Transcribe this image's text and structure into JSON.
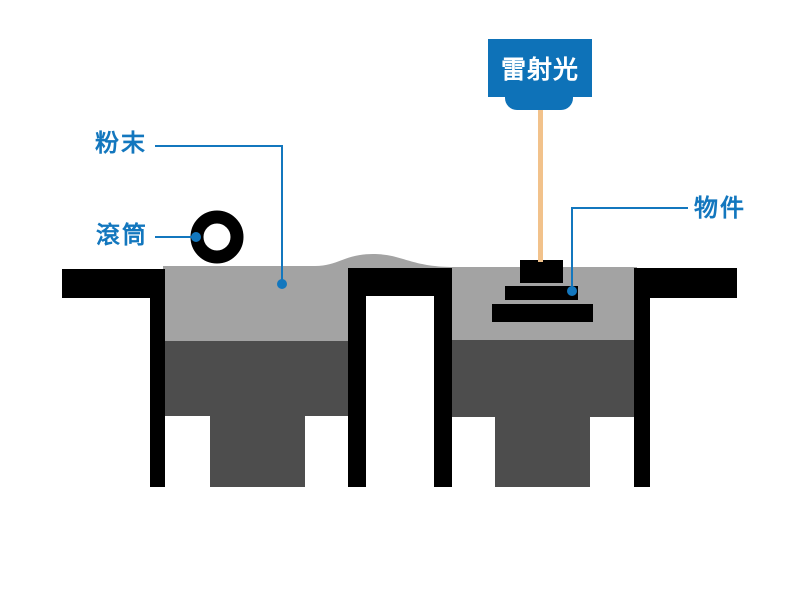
{
  "diagram": {
    "labels": {
      "laser_head": "雷射光",
      "powder": "粉末",
      "roller": "滾筒",
      "object": "物件"
    },
    "colors": {
      "background": "#ffffff",
      "powder_light": "#a3a3a3",
      "powder_dark": "#4d4d4d",
      "machine_black": "#000000",
      "label_blue": "#1377be",
      "laser_box_blue": "#0e72b8",
      "laser_beam_tan": "#f2c28b",
      "gap_white": "#ffffff"
    }
  }
}
